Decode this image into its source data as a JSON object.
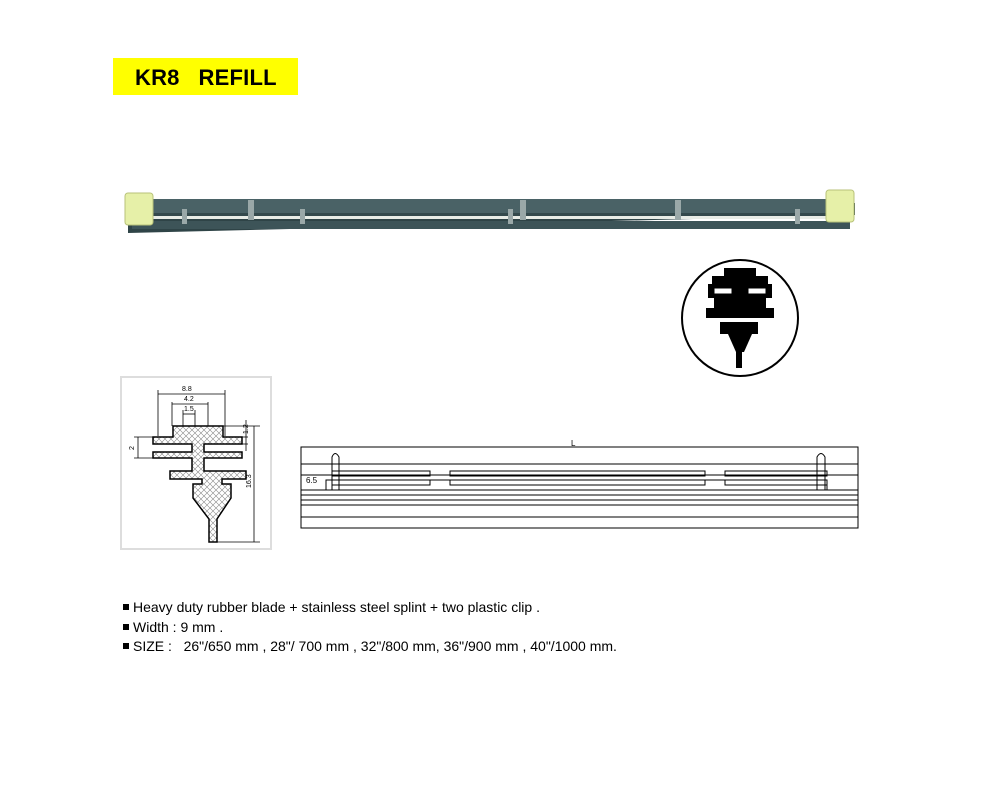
{
  "title": "KR8   REFILL",
  "colors": {
    "title_bg": "#ffff00",
    "blade": "#3d5458",
    "end_cap": "#e6f0a8",
    "splint": "#e8ece6"
  },
  "cross_section": {
    "dimensions": {
      "top_width": "8.8",
      "mid_width": "4.2",
      "neck_width": "1.5",
      "slot_height": "1.2",
      "flange_gap": "2",
      "total_height": "16.3"
    }
  },
  "side_view": {
    "length_label": "L",
    "offset_label": "6.5"
  },
  "specs": [
    "Heavy duty rubber blade + stainless steel splint + two plastic clip .",
    "Width : 9 mm .",
    "SIZE :   26\"/650 mm , 28\"/ 700 mm , 32\"/800 mm, 36\"/900 mm , 40\"/1000 mm."
  ]
}
